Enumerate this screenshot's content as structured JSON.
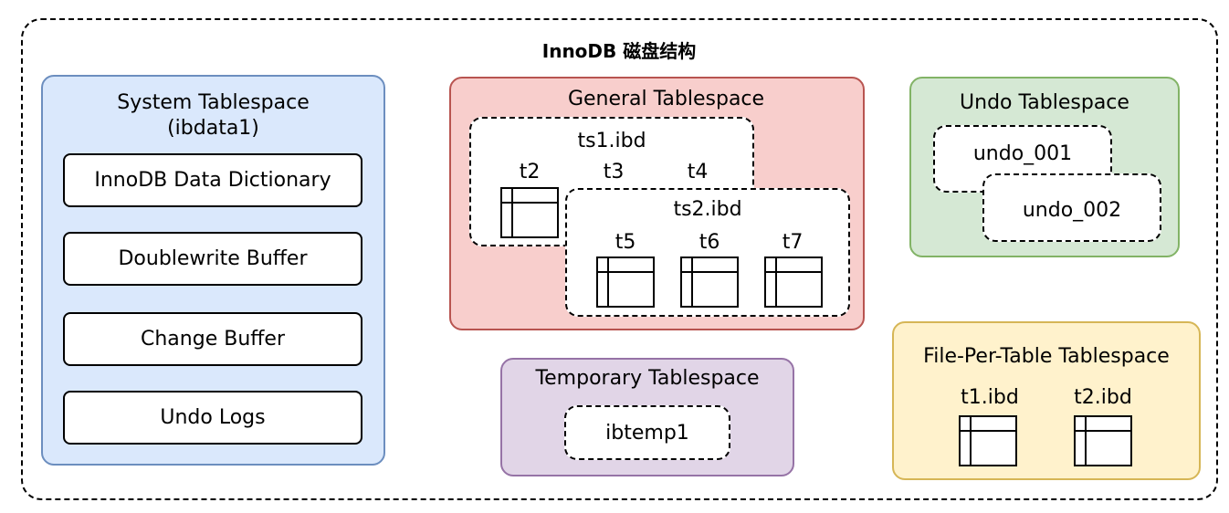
{
  "title": "InnoDB 磁盘结构",
  "system": {
    "title_line1": "System Tablespace",
    "title_line2": "(ibdata1)",
    "items": [
      "InnoDB Data Dictionary",
      "Doublewrite Buffer",
      "Change Buffer",
      "Undo Logs"
    ]
  },
  "general": {
    "title": "General Tablespace",
    "ts1": {
      "name": "ts1.ibd",
      "tables": [
        "t2",
        "t3",
        "t4"
      ]
    },
    "ts2": {
      "name": "ts2.ibd",
      "tables": [
        "t5",
        "t6",
        "t7"
      ]
    }
  },
  "undo": {
    "title": "Undo Tablespace",
    "files": [
      "undo_001",
      "undo_002"
    ]
  },
  "temporary": {
    "title": "Temporary Tablespace",
    "file": "ibtemp1"
  },
  "file_per_table": {
    "title": "File-Per-Table Tablespace",
    "files": [
      "t1.ibd",
      "t2.ibd"
    ]
  },
  "colors": {
    "system_fill": "#dae8fc",
    "system_stroke": "#6c8ebf",
    "general_fill": "#f8cecc",
    "general_stroke": "#b85450",
    "undo_fill": "#d5e8d4",
    "undo_stroke": "#82b366",
    "temporary_fill": "#e1d5e7",
    "temporary_stroke": "#9673a6",
    "file_per_table_fill": "#fff2cc",
    "file_per_table_stroke": "#d6b656"
  }
}
